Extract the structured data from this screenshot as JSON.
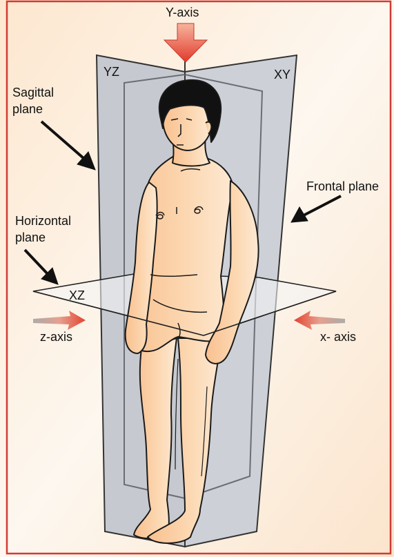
{
  "labels": {
    "y_axis": "Y-axis",
    "yz": "YZ",
    "xy": "XY",
    "xz": "XZ",
    "sagittal_line1": "Sagittal",
    "sagittal_line2": "plane",
    "frontal": "Frontal plane",
    "horizontal_line1": "Horizontal",
    "horizontal_line2": "plane",
    "z_axis": "z-axis",
    "x_axis": "x- axis"
  },
  "colors": {
    "frame": "#d23a35",
    "plane_fill": "#c9ccd2",
    "plane_stroke": "#333333",
    "skin": "#fbcfa2",
    "skin_highlight": "#fde6cc",
    "hair": "#111111",
    "arrow_red": "#e5483b",
    "arrow_black": "#111111"
  },
  "icons": {
    "y_axis_arrow": "down-arrow-red",
    "side_axis_arrows": "right-left-arrow-red-gray"
  }
}
